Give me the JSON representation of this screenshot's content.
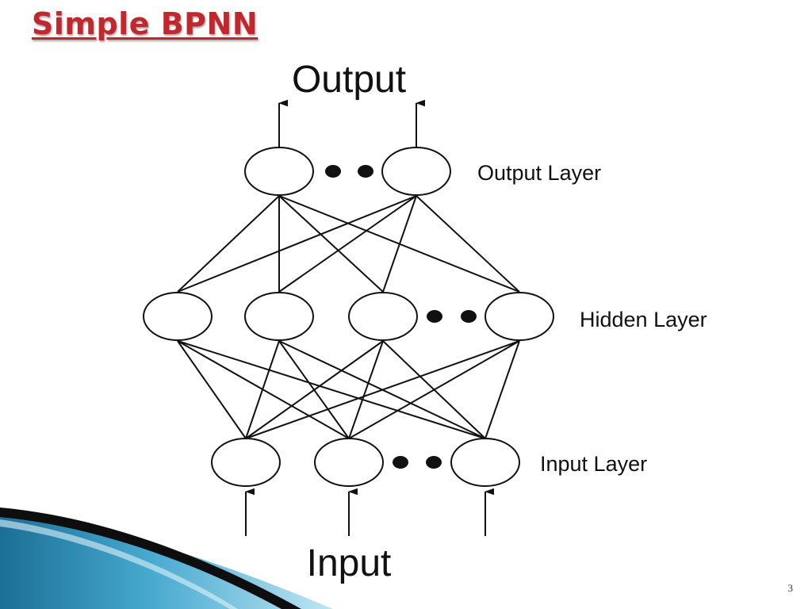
{
  "slide": {
    "title": "Simple BPNN",
    "page_number": "3"
  },
  "diagram": {
    "top_label": "Output",
    "bottom_label": "Input",
    "layers": {
      "output": "Output Layer",
      "hidden": "Hidden Layer",
      "input": "Input Layer"
    }
  },
  "colors": {
    "title": "#c0282d",
    "stroke": "#111111",
    "accent_dark": "#1b4f72",
    "accent_light": "#8fd0e8"
  }
}
